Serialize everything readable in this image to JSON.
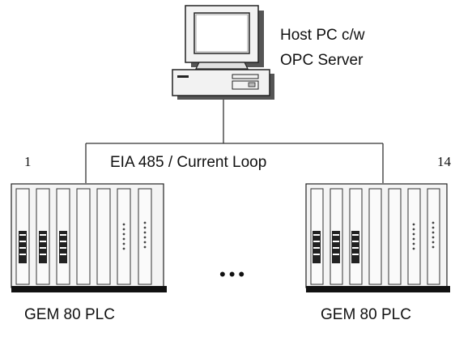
{
  "host": {
    "line1": "Host PC c/w",
    "line2": "OPC Server"
  },
  "network": {
    "label": "EIA 485 / Current Loop"
  },
  "plcs": [
    {
      "index": "1",
      "label": "GEM 80 PLC"
    },
    {
      "index": "14",
      "label": "GEM 80 PLC"
    }
  ],
  "ellipsis": "•••"
}
